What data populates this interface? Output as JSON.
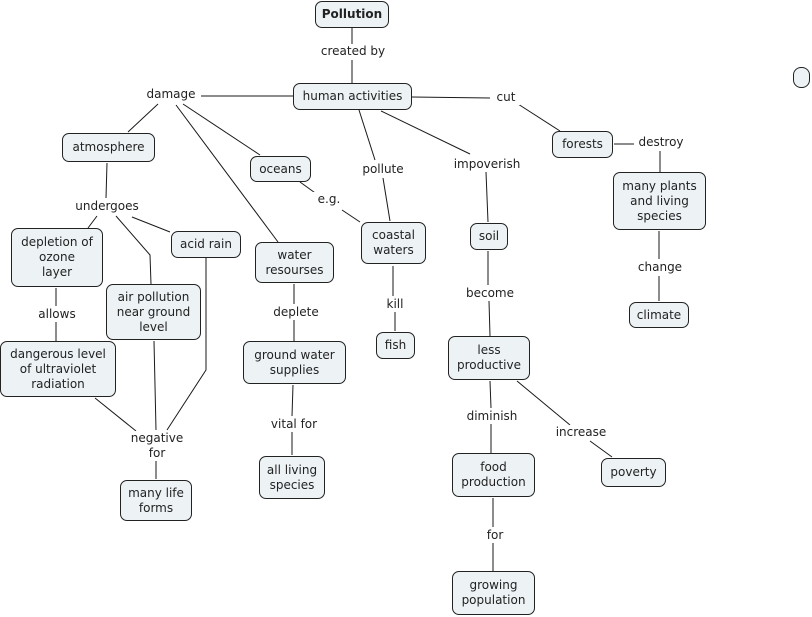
{
  "map": {
    "title": "Pollution",
    "concepts": {
      "pollution": "Pollution",
      "human_activities": "human activities",
      "atmosphere": "atmosphere",
      "oceans": "oceans",
      "forests": "forests",
      "many_plants": "many plants\nand living\nspecies",
      "climate": "climate",
      "depletion_ozone": "depletion of\nozone\nlayer",
      "acid_rain": "acid rain",
      "air_pollution": "air pollution\nnear ground\nlevel",
      "dangerous_uv": "dangerous level\nof ultraviolet\nradiation",
      "many_life_forms": "many life\nforms",
      "water_resourses": "water\nresourses",
      "ground_water": "ground water\nsupplies",
      "all_living_species": "all living\nspecies",
      "coastal_waters": "coastal\nwaters",
      "fish": "fish",
      "soil": "soil",
      "less_productive": "less\nproductive",
      "food_production": "food\nproduction",
      "growing_population": "growing\npopulation",
      "poverty": "poverty",
      "empty_node": ""
    },
    "linking_phrases": {
      "created_by": "created by",
      "damage": "damage",
      "cut": "cut",
      "destroy": "destroy",
      "change": "change",
      "undergoes": "undergoes",
      "allows": "allows",
      "negative_for": "negative\nfor",
      "eg": "e.g.",
      "pollute": "pollute",
      "kill": "kill",
      "impoverish": "impoverish",
      "become": "become",
      "deplete": "deplete",
      "vital_for": "vital for",
      "diminish": "diminish",
      "increase": "increase",
      "for": "for"
    }
  }
}
